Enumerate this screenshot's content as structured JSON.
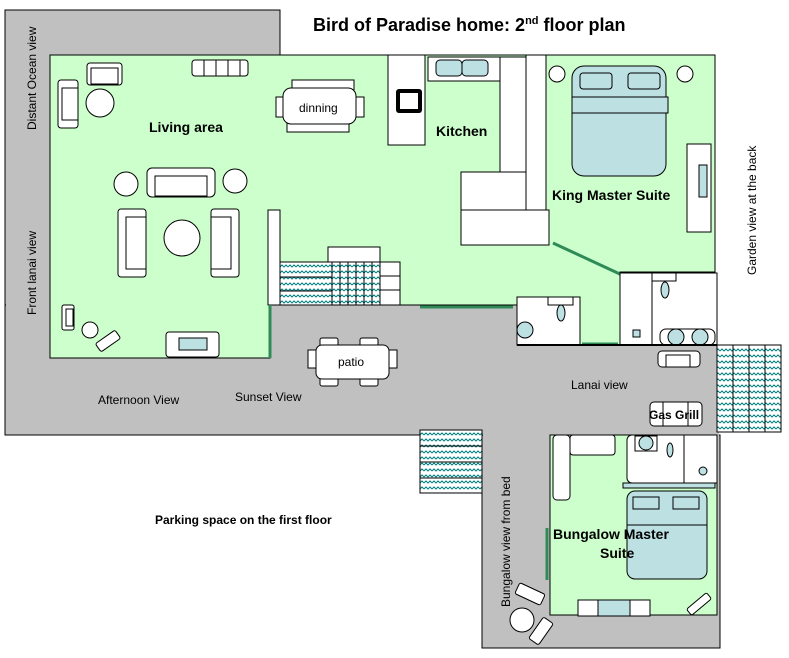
{
  "title": "Bird of Paradise home: 2",
  "title_sup": "nd",
  "title_end": " floor plan",
  "rooms": {
    "living": "Living area",
    "kitchen": "Kitchen",
    "king": "King Master Suite",
    "bungalow_1": "Bungalow Master",
    "bungalow_2": "Suite"
  },
  "furniture": {
    "dinning": "dinning",
    "patio": "patio",
    "gas_grill": "Gas Grill"
  },
  "views": {
    "ocean": "Distant Ocean view",
    "front_lanai": "Front lanai view",
    "garden": "Garden view at the back",
    "afternoon": "Afternoon View",
    "sunset": "Sunset View",
    "lanai": "Lanai view",
    "bungalow": "Bungalow view from bed",
    "parking": "Parking space on the first floor"
  },
  "colors": {
    "deck": "#c0c0c0",
    "room": "#ccffcc",
    "fixture": "#bde0e3",
    "door": "#2e8b57",
    "stairs": "#008080"
  }
}
